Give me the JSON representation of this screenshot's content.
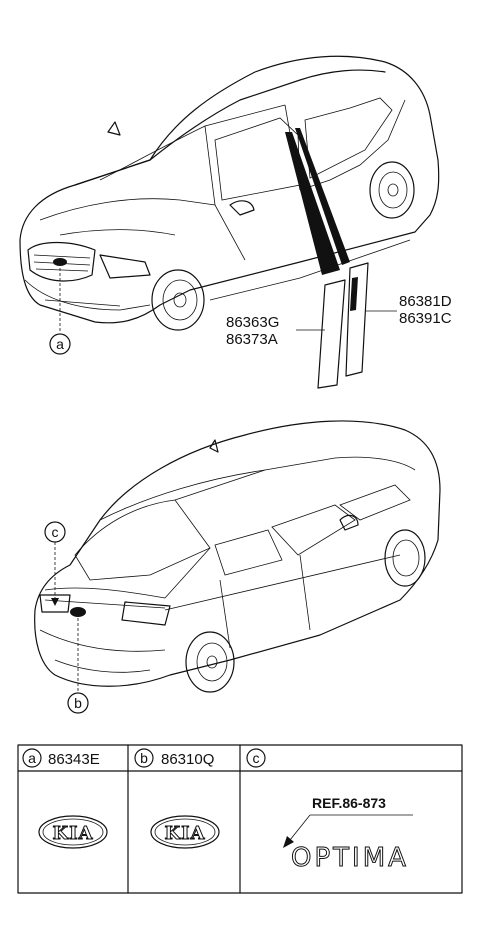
{
  "front_view": {
    "part_labels": {
      "left_top": "86363G",
      "left_bottom": "86373A",
      "right_top": "86381D",
      "right_bottom": "86391C"
    },
    "callout_a": "a"
  },
  "rear_view": {
    "callout_c": "c",
    "callout_b": "b"
  },
  "table": {
    "a_letter": "a",
    "a_part": "86343E",
    "b_letter": "b",
    "b_part": "86310Q",
    "c_letter": "c",
    "emblem_a_text": "KIA",
    "emblem_b_text": "KIA",
    "ref_text": "REF.86-873",
    "optima_text": "OPTIMA"
  }
}
